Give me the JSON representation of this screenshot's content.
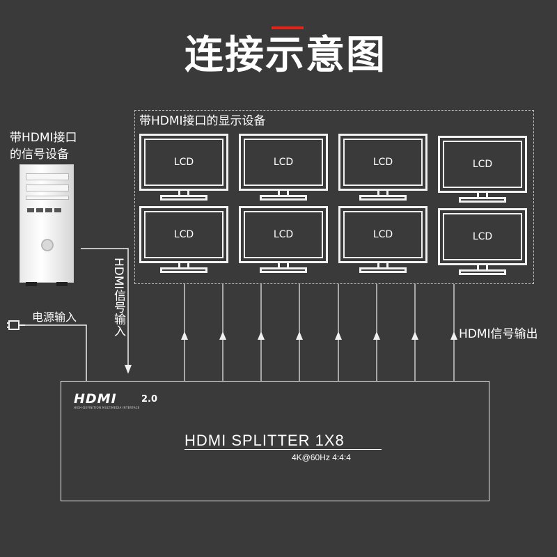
{
  "title": "连接示意图",
  "colors": {
    "background": "#3a3a3a",
    "accent": "#e2231a",
    "line": "#f0f0f0"
  },
  "display_group": {
    "label": "带HDMI接口的显示设备",
    "monitors": [
      "LCD",
      "LCD",
      "LCD",
      "LCD",
      "LCD",
      "LCD",
      "LCD",
      "LCD"
    ]
  },
  "source": {
    "label_line1": "带HDMI接口",
    "label_line2": "的信号设备",
    "icon": "pc-tower-icon"
  },
  "power": {
    "label": "电源输入",
    "icon": "power-plug-icon"
  },
  "hdmi_input_label": "HDMI信号输入",
  "hdmi_output_label": "HDMI信号输出",
  "splitter": {
    "logo": "HDMI",
    "version": "2.0",
    "tagline": "HIGH-DEFINITION MULTIMEDIA INTERFACE",
    "product_name": "HDMI SPLITTER 1X8",
    "spec": "4K@60Hz 4:4:4"
  }
}
